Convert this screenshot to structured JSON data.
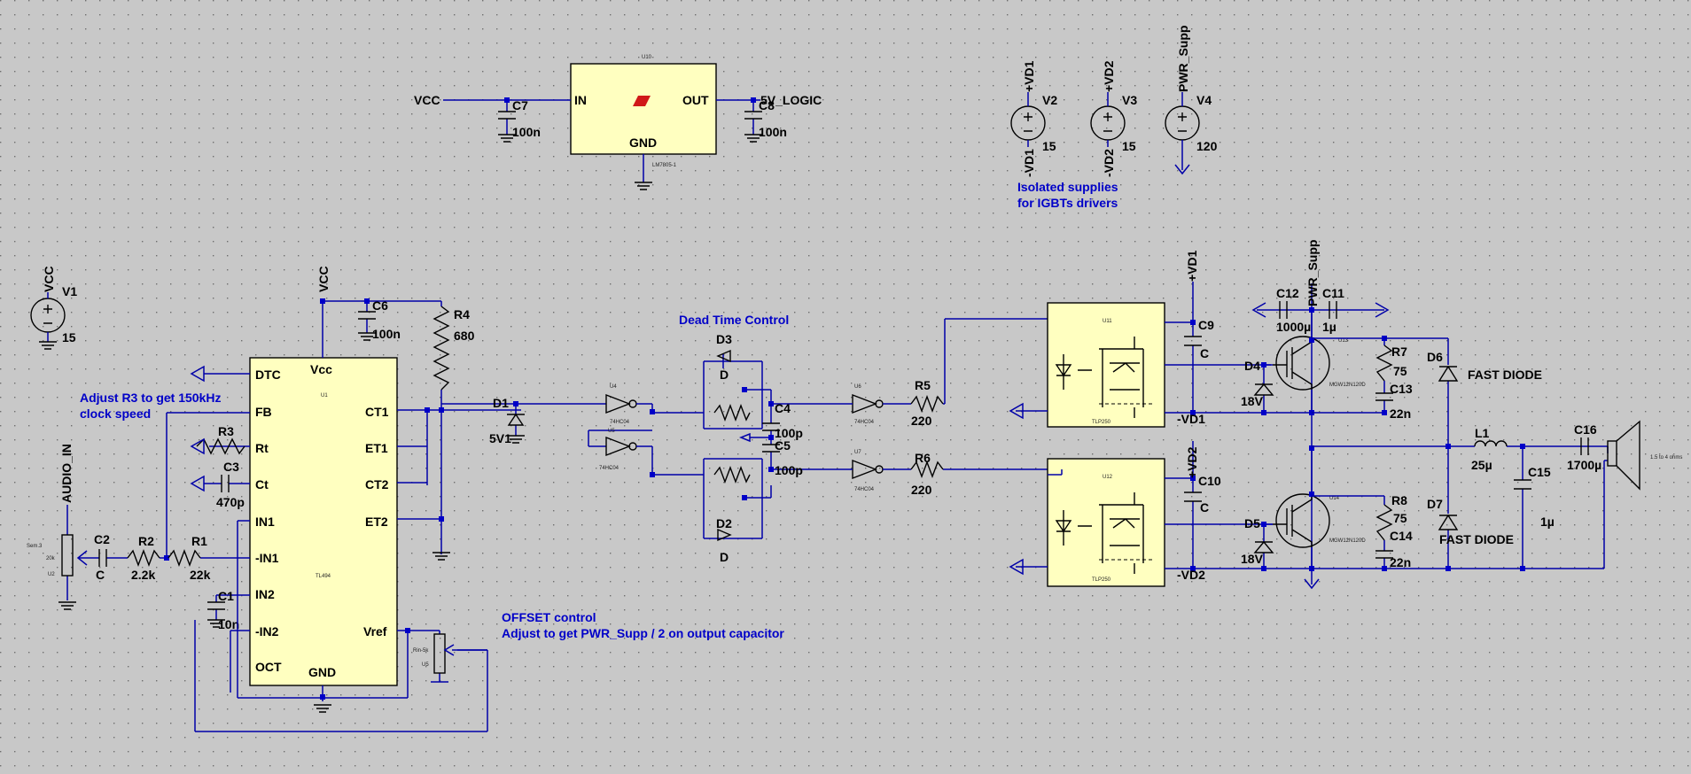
{
  "ldo": {
    "in": "IN",
    "out": "OUT",
    "gnd": "GND",
    "small_top": "U10",
    "small_bot": "LM7805-1"
  },
  "vcc_label": "VCC",
  "logic_label": "5V_LOGIC",
  "c7": {
    "ref": "C7",
    "val": "100n"
  },
  "c8": {
    "ref": "C8",
    "val": "100n"
  },
  "v2": {
    "ref": "V2",
    "val": "15",
    "plus": "+VD1",
    "minus": "-VD1"
  },
  "v3": {
    "ref": "V3",
    "val": "15",
    "plus": "+VD2",
    "minus": "-VD2"
  },
  "v4": {
    "ref": "V4",
    "val": "120",
    "net": "PWR_Supp"
  },
  "note_supplies": [
    "Isolated supplies",
    "for IGBTs drivers"
  ],
  "v1": {
    "ref": "V1",
    "val": "15",
    "net": "VCC"
  },
  "note_r3": [
    "Adjust R3 to get 150kHz",
    "clock speed"
  ],
  "u1": {
    "small": "U1",
    "small2": "TL494",
    "pins_left": [
      "DTC",
      "FB",
      "Rt",
      "Ct",
      "IN1",
      "-IN1",
      "IN2",
      "-IN2",
      "OCT"
    ],
    "vcc": "Vcc",
    "gnd": "GND",
    "pins_right": [
      "CT1",
      "ET1",
      "CT2",
      "ET2",
      "Vref"
    ]
  },
  "c6": {
    "ref": "C6",
    "val": "100n"
  },
  "r4": {
    "ref": "R4",
    "val": "680"
  },
  "r3": {
    "ref": "R3"
  },
  "c3": {
    "ref": "C3",
    "val": "470p"
  },
  "audio_in": "AUDIO_IN",
  "pot1": {
    "a": "Sem.3",
    "b": "20k",
    "c": "U2"
  },
  "c2": {
    "ref": "C2",
    "val": "C"
  },
  "r2": {
    "ref": "R2",
    "val": "2.2k"
  },
  "r1": {
    "ref": "R1",
    "val": "22k"
  },
  "c1": {
    "ref": "C1",
    "val": "10n"
  },
  "d1": {
    "ref": "D1",
    "val": "5V1"
  },
  "note_dead": "Dead Time Control",
  "d3": {
    "ref": "D",
    "name": "D3"
  },
  "d2": {
    "ref": "D",
    "name": "D2"
  },
  "c4": {
    "ref": "C4",
    "val": "100p"
  },
  "c5": {
    "ref": "C5",
    "val": "100p"
  },
  "r5": {
    "ref": "R5",
    "val": "220"
  },
  "r6": {
    "ref": "R6",
    "val": "220"
  },
  "note_offset": [
    "OFFSET control",
    "Adjust to get PWR_Supp / 2 on output capacitor"
  ],
  "pot2": {
    "a": "Rin-5k",
    "b": "U5"
  },
  "inv": {
    "a": "U4",
    "b": "U5",
    "c": "U6",
    "d": "U7",
    "part": "74HC04"
  },
  "u11": {
    "top": "U11",
    "bot": "TLP250"
  },
  "u12": {
    "top": "U12",
    "bot": "TLP250"
  },
  "c9": {
    "ref": "C9",
    "val": "C"
  },
  "c10": {
    "ref": "C10",
    "val": "C"
  },
  "vd1p": "+VD1",
  "vd1m": "-VD1",
  "vd2p": "+VD2",
  "vd2m": "-VD2",
  "pwr": "PWR_Supp",
  "c12": {
    "ref": "C12",
    "val": "1000µ"
  },
  "c11": {
    "ref": "C11",
    "val": "1µ"
  },
  "d4": {
    "ref": "D4",
    "val": "18V"
  },
  "d5": {
    "ref": "D5",
    "val": "18V"
  },
  "r7": {
    "ref": "R7",
    "val": "75"
  },
  "r8": {
    "ref": "R8",
    "val": "75"
  },
  "c13": {
    "ref": "C13",
    "val": "22n"
  },
  "c14": {
    "ref": "C14",
    "val": "22n"
  },
  "d6": {
    "ref": "D6",
    "val": "FAST DIODE"
  },
  "d7": {
    "ref": "D7",
    "val": "FAST DIODE"
  },
  "q": {
    "part": "MGW12N120D",
    "a": "U13",
    "b": "U14"
  },
  "l1": {
    "ref": "L1",
    "val": "25µ"
  },
  "c15": {
    "ref": "C15",
    "val": "1µ"
  },
  "c16": {
    "ref": "C16",
    "val": "1700µ"
  },
  "speaker": "1.5 to 4 ohms"
}
